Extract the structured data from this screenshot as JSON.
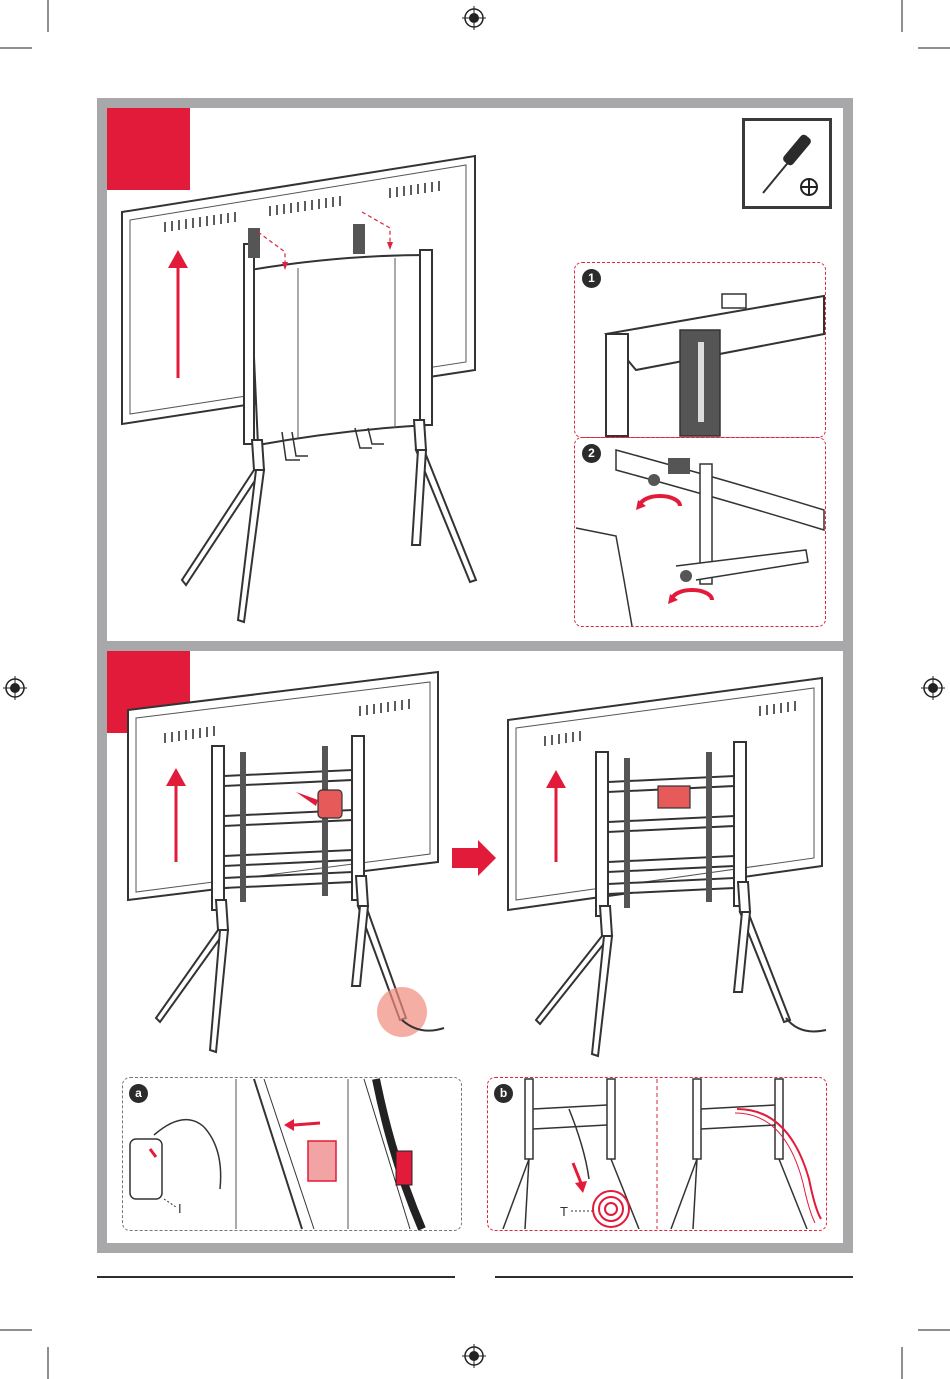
{
  "detail_panels": {
    "step1_number": "1",
    "step2_number": "2",
    "sub_a_letter": "a",
    "sub_b_letter": "b"
  },
  "callouts": {
    "i_label": "I",
    "t_label": "T"
  },
  "colors": {
    "accent_red": "#e31b3a",
    "frame_grey": "#a8a8aa",
    "line_dark": "#2e2e2e"
  },
  "icons": {
    "tool": "phillips-screwdriver-icon",
    "registration": "registration-mark-icon"
  }
}
